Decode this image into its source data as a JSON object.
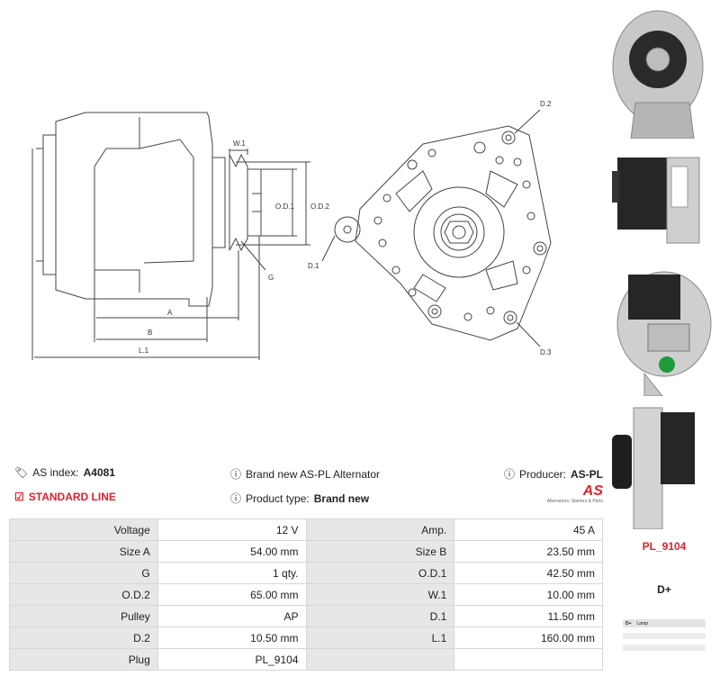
{
  "drawing": {
    "labels": {
      "w1": "W.1",
      "od1": "O.D.1",
      "od2": "O.D.2",
      "g": "G",
      "a": "A",
      "b": "B",
      "l1": "L.1",
      "d1": "D.1",
      "d2": "D.2",
      "d3": "D.3"
    }
  },
  "info": {
    "as_index_label": "AS index:",
    "as_index_value": "A4081",
    "description": "Brand new AS-PL Alternator",
    "producer_label": "Producer:",
    "producer_value": "AS-PL",
    "standard_line": "STANDARD LINE",
    "product_type_label": "Product type:",
    "product_type_value": "Brand new",
    "logo_text": "AS",
    "logo_tagline": "Alternators, Starters & Parts"
  },
  "specs": [
    {
      "k1": "Voltage",
      "v1": "12 V",
      "k2": "Amp.",
      "v2": "45 A"
    },
    {
      "k1": "Size A",
      "v1": "54.00 mm",
      "k2": "Size B",
      "v2": "23.50 mm"
    },
    {
      "k1": "G",
      "v1": "1 qty.",
      "k2": "O.D.1",
      "v2": "42.50 mm"
    },
    {
      "k1": "O.D.2",
      "v1": "65.00 mm",
      "k2": "W.1",
      "v2": "10.00 mm"
    },
    {
      "k1": "Pulley",
      "v1": "AP",
      "k2": "D.1",
      "v2": "11.50 mm"
    },
    {
      "k1": "D.2",
      "v1": "10.50 mm",
      "k2": "L.1",
      "v2": "160.00 mm"
    },
    {
      "k1": "Plug",
      "v1": "PL_9104",
      "k2": "",
      "v2": ""
    }
  ],
  "side": {
    "plug_code": "PL_9104",
    "terminal": "D+",
    "plug_pin": "D+",
    "plug_pin_desc": "Lamp"
  },
  "colors": {
    "accent_red": "#e0202b",
    "label_bg": "#e7e7e7",
    "border": "#d6d6d6"
  }
}
